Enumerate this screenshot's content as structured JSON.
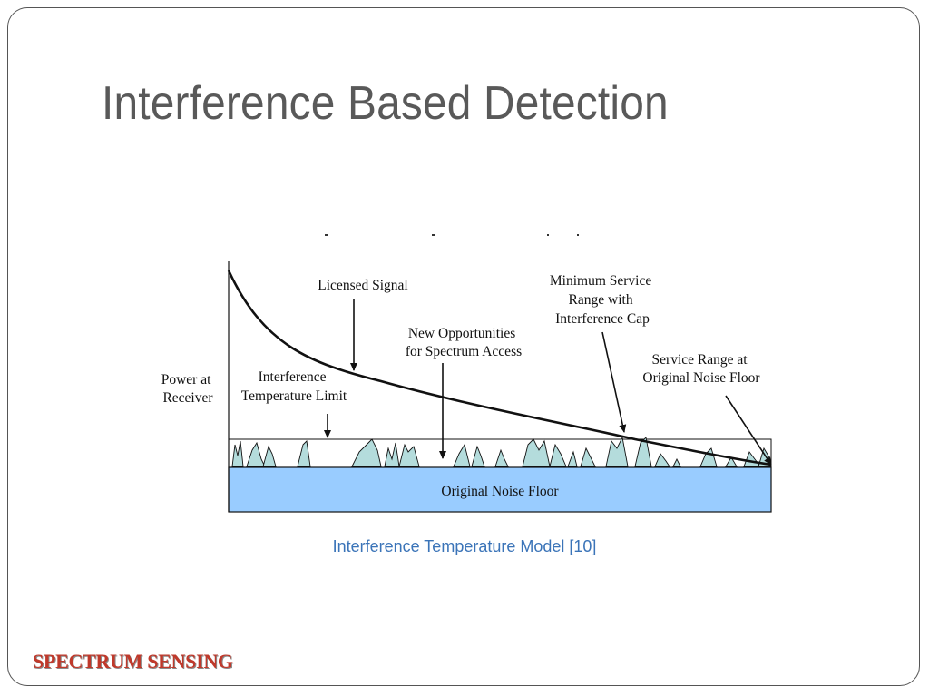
{
  "slide": {
    "title": "Interference Based Detection",
    "caption": "Interference Temperature Model [10]",
    "footer": "SPECTRUM SENSING"
  },
  "diagram": {
    "y_axis_label": [
      "Power at",
      "Receiver"
    ],
    "labels": {
      "licensed_signal": [
        "Licensed Signal"
      ],
      "new_opportunities": [
        "New Opportunities",
        "for Spectrum Access"
      ],
      "min_service_range": [
        "Minimum Service",
        "Range with",
        "Interference Cap"
      ],
      "service_range": [
        "Service Range at",
        "Original Noise Floor"
      ],
      "interference_temp_limit": [
        "Interference",
        "Temperature Limit"
      ],
      "noise_floor": "Original Noise Floor"
    },
    "colors": {
      "noise_floor_fill": "#99ccff",
      "spike_fill": "#b4dcdc",
      "line": "#111111"
    }
  }
}
